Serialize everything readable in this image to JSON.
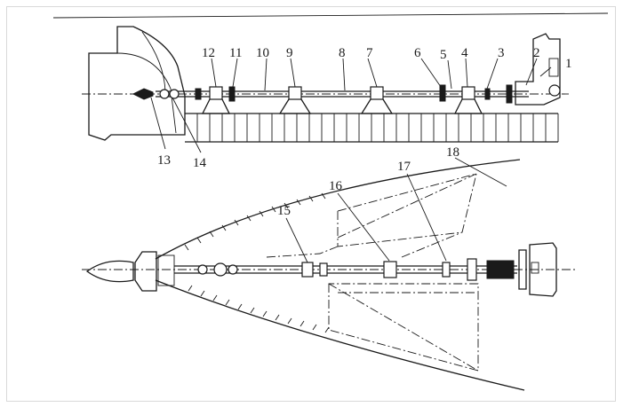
{
  "figure": {
    "top_view_labels": [
      {
        "id": "part-1",
        "text": "1"
      },
      {
        "id": "part-2",
        "text": "2"
      },
      {
        "id": "part-3",
        "text": "3"
      },
      {
        "id": "part-4",
        "text": "4"
      },
      {
        "id": "part-5",
        "text": "5"
      },
      {
        "id": "part-6",
        "text": "6"
      },
      {
        "id": "part-7",
        "text": "7"
      },
      {
        "id": "part-8",
        "text": "8"
      },
      {
        "id": "part-9",
        "text": "9"
      },
      {
        "id": "part-10",
        "text": "10"
      },
      {
        "id": "part-11",
        "text": "11"
      },
      {
        "id": "part-12",
        "text": "12"
      },
      {
        "id": "part-13",
        "text": "13"
      },
      {
        "id": "part-14",
        "text": "14"
      }
    ],
    "bottom_view_labels": [
      {
        "id": "part-15",
        "text": "15"
      },
      {
        "id": "part-16",
        "text": "16"
      },
      {
        "id": "part-17",
        "text": "17"
      },
      {
        "id": "part-18",
        "text": "18"
      }
    ]
  }
}
